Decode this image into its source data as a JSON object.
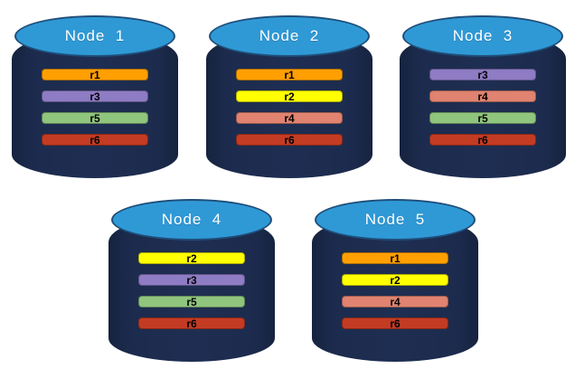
{
  "diagram": {
    "description_visible_text_only": "",
    "nodes": [
      {
        "label": "Node  1",
        "replicas": [
          "r1",
          "r3",
          "r5",
          "r6"
        ]
      },
      {
        "label": "Node  2",
        "replicas": [
          "r1",
          "r2",
          "r4",
          "r6"
        ]
      },
      {
        "label": "Node  3",
        "replicas": [
          "r3",
          "r4",
          "r5",
          "r6"
        ]
      },
      {
        "label": "Node  4",
        "replicas": [
          "r2",
          "r3",
          "r5",
          "r6"
        ]
      },
      {
        "label": "Node  5",
        "replicas": [
          "r1",
          "r2",
          "r4",
          "r6"
        ]
      }
    ]
  },
  "colors": {
    "cylinder_body": "#1c2b4d",
    "cylinder_top": "#2f99d6",
    "cylinder_top_outline": "#1f4e79",
    "node_label_text": "#ffffff",
    "bar_text": "#000000",
    "r1": "#ffa000",
    "r2": "#ffff00",
    "r3": "#8e7cc4",
    "r4": "#e08370",
    "r5": "#90c57e",
    "r6": "#c43b23"
  }
}
